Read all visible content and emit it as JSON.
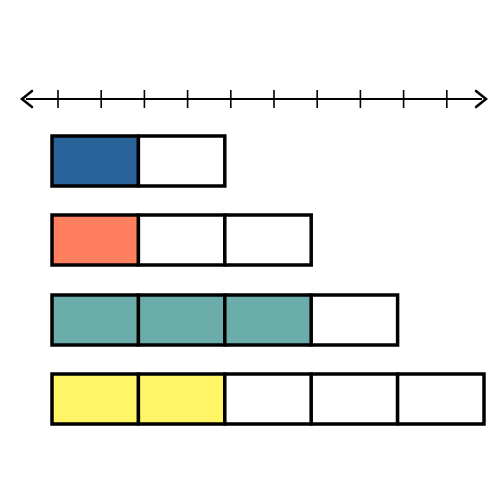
{
  "number_line": {
    "tick_count": 10,
    "arrows": [
      "left",
      "right"
    ]
  },
  "bars": [
    {
      "total_parts": 2,
      "shaded_parts": 1,
      "color": "#2A629A"
    },
    {
      "total_parts": 3,
      "shaded_parts": 1,
      "color": "#FF7F5E"
    },
    {
      "total_parts": 4,
      "shaded_parts": 3,
      "color": "#6AADAA"
    },
    {
      "total_parts": 5,
      "shaded_parts": 2,
      "color": "#FFF566"
    }
  ],
  "colors": {
    "stroke": "#000000",
    "empty_fill": "#FFFFFF"
  }
}
